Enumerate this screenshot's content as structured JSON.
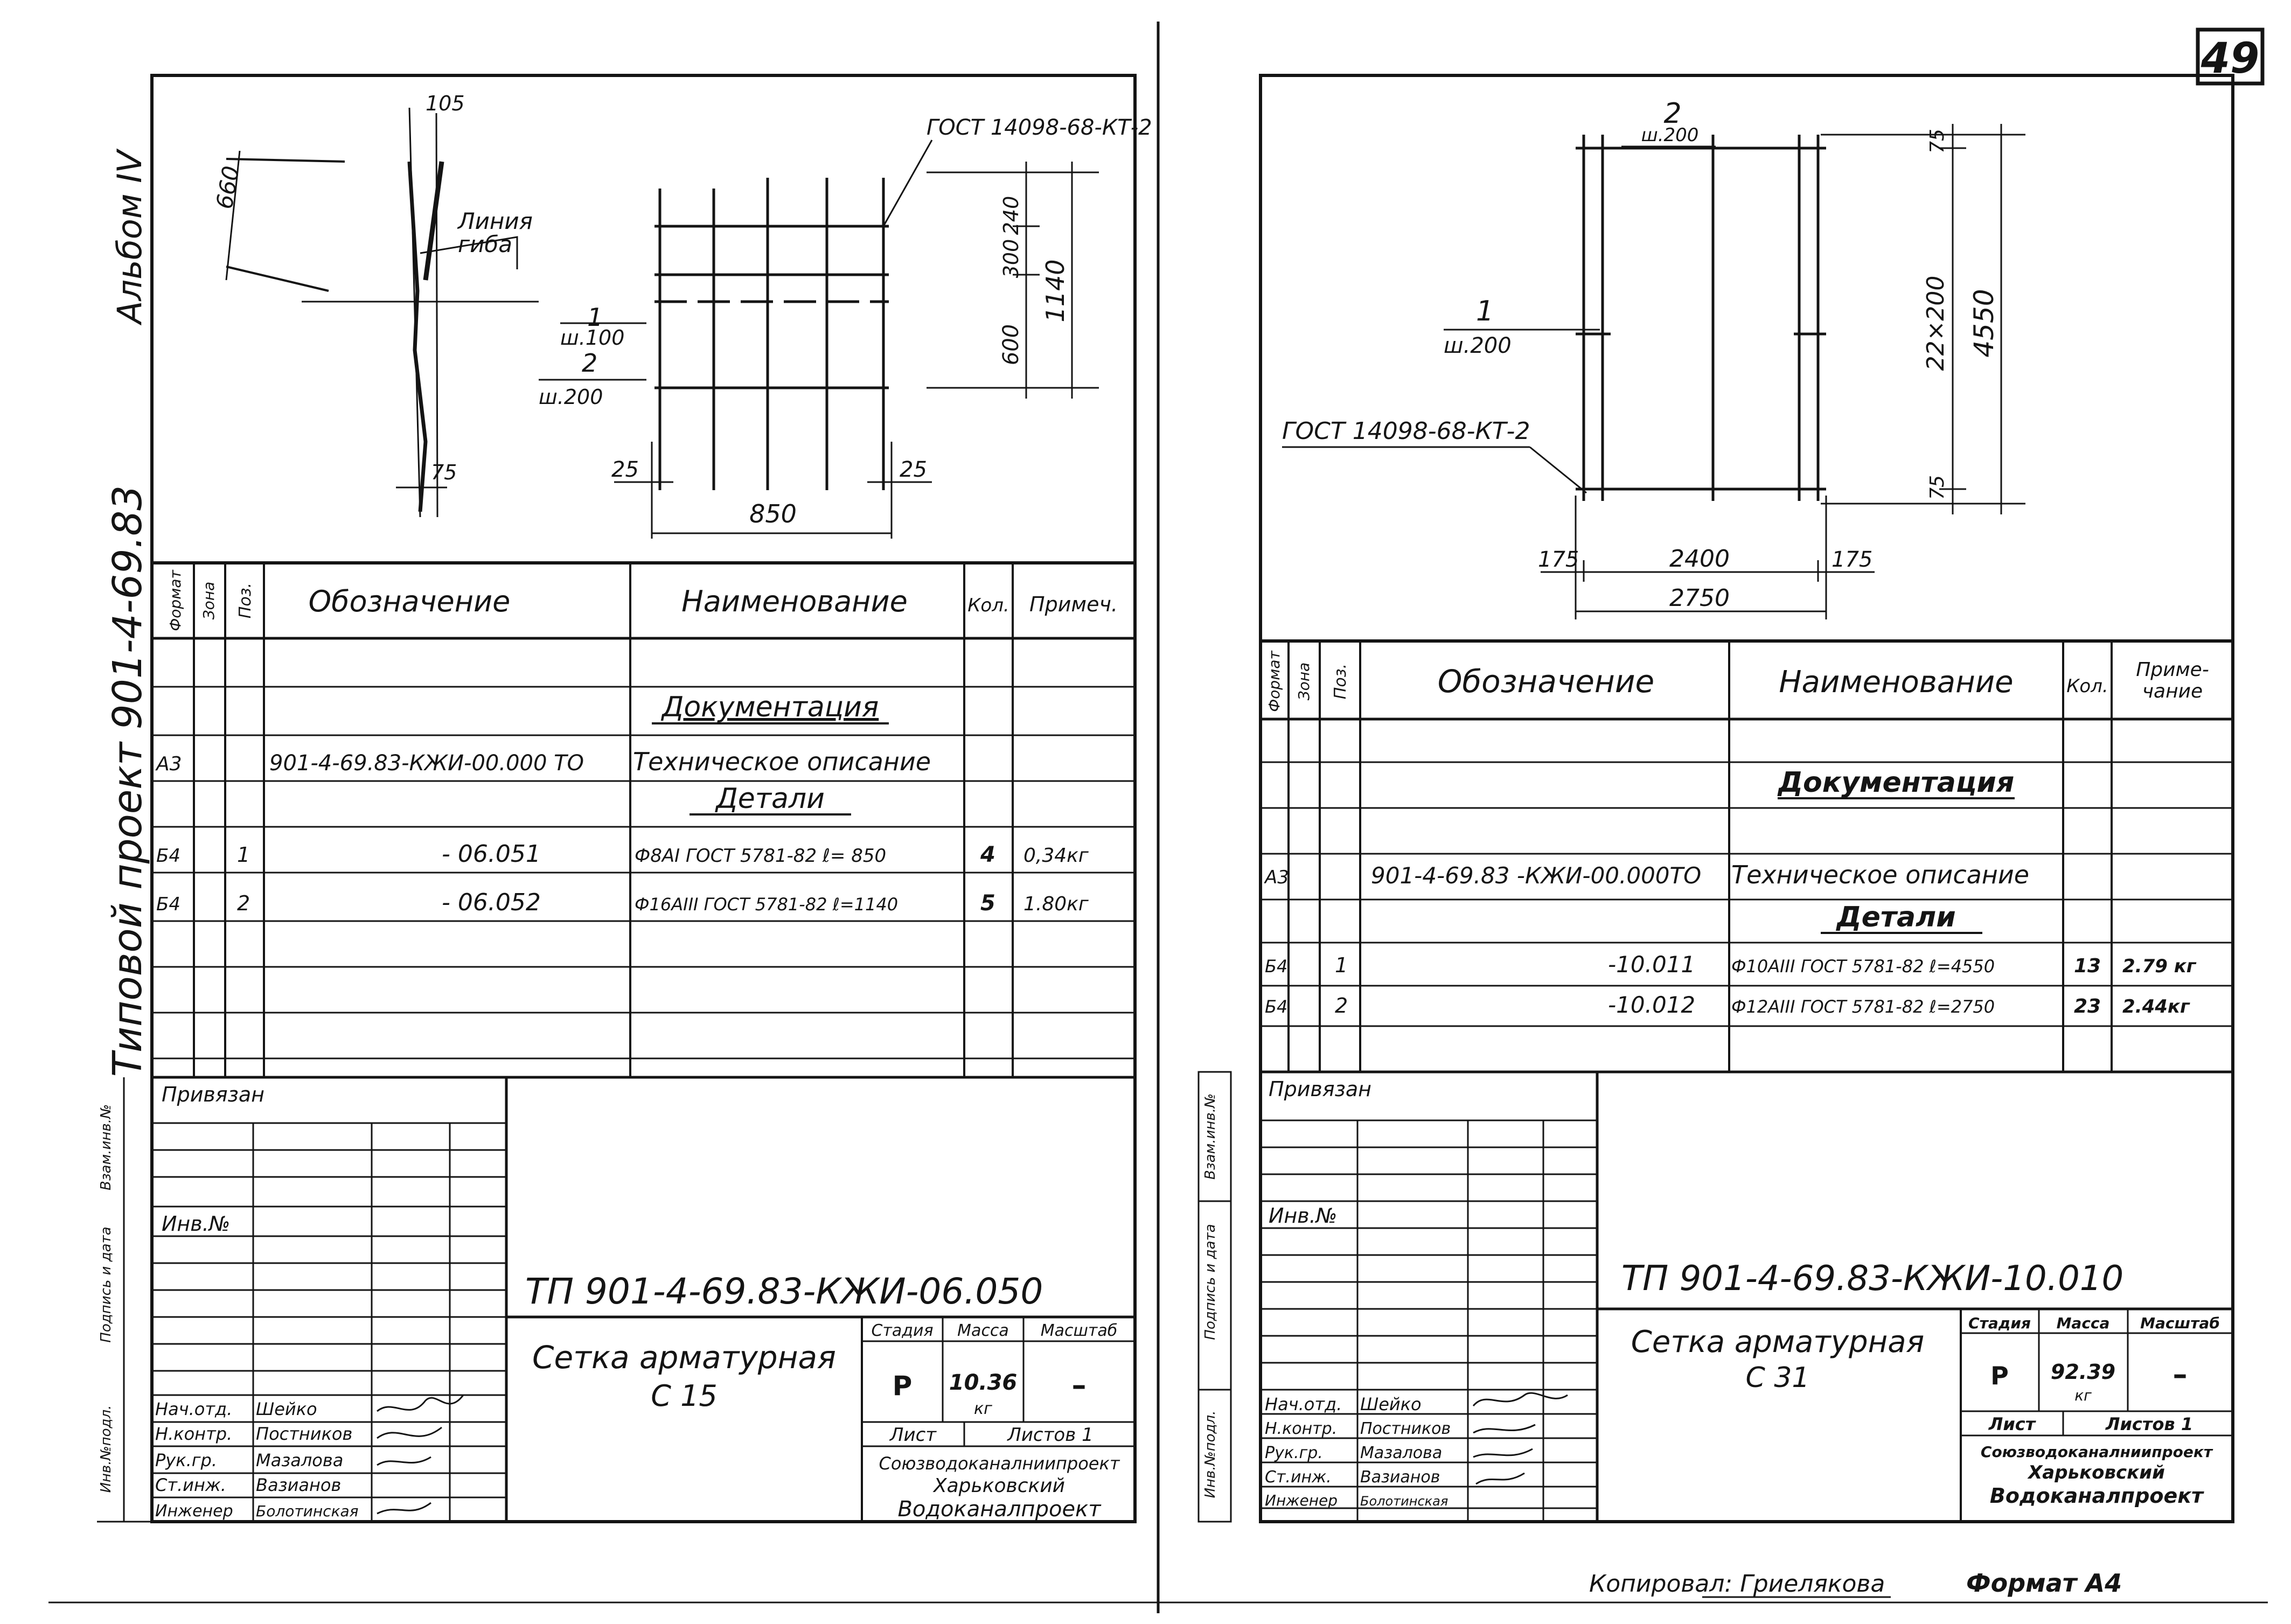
{
  "page_number": "49",
  "footer": {
    "copied": "Копировал: Гриелякова",
    "format": "Формат А4"
  },
  "table_headers": {
    "format": "Формат",
    "zone": "Зона",
    "pos": "Поз.",
    "designation": "Обозначение",
    "name": "Наименование",
    "qty": "Кол.",
    "note_left": "Примеч.",
    "note_right_1": "Приме-",
    "note_right_2": "чание"
  },
  "stamp_labels": {
    "privyazan": "Привязан",
    "inv_no": "Инв.№",
    "stage": "Стадия",
    "mass": "Масса",
    "scale": "Масштаб",
    "sheet": "Лист",
    "sheets": "Листов 1",
    "org_1": "Союзводоканалниипроект",
    "org_2": "Харьковский",
    "org_3": "Водоканалпроект",
    "side_vzam": "Взам.инв.№",
    "side_sign": "Подпись и дата",
    "side_inv": "Инв.№подл."
  },
  "staff": [
    {
      "role": "Нач.отд.",
      "name": "Шейко"
    },
    {
      "role": "Н.контр.",
      "name": "Постников"
    },
    {
      "role": "Рук.гр.",
      "name": "Мазалова"
    },
    {
      "role": "Ст.инж.",
      "name": "Вазианов"
    },
    {
      "role": "Инженер",
      "name": "Болотинская"
    }
  ],
  "left": {
    "album": "Альбом IV",
    "project": "Типовой проект 901-4-69.83",
    "drawing": {
      "gost": "ГОСТ 14098-68-КТ-2",
      "bend_line_1": "Линия",
      "bend_line_2": "гиба",
      "dim_105": "105",
      "dim_660": "660",
      "dim_75": "75",
      "pos1": "1",
      "pos1_step": "ш.100",
      "pos2": "2",
      "pos2_step": "ш.200",
      "dim_25a": "25",
      "dim_25b": "25",
      "dim_850": "850",
      "dim_240": "240",
      "dim_300": "300",
      "dim_600": "600",
      "dim_1140": "1140"
    },
    "section_doc": "Документация",
    "section_details": "Детали",
    "rows": [
      {
        "format": "А3",
        "zone": "",
        "pos": "",
        "designation": "901-4-69.83-КЖИ-00.000 ТО",
        "name": "Техническое описание",
        "qty": "",
        "note": ""
      },
      {
        "format": "Б4",
        "zone": "",
        "pos": "1",
        "designation": "- 06.051",
        "name": "Ф8АI ГОСТ 5781-82  ℓ= 850",
        "qty": "4",
        "note": "0,34кг"
      },
      {
        "format": "Б4",
        "zone": "",
        "pos": "2",
        "designation": "- 06.052",
        "name": "Ф16АIII ГОСТ 5781-82 ℓ=1140",
        "qty": "5",
        "note": "1.80кг"
      }
    ],
    "code": "ТП 901-4-69.83-КЖИ-06.050",
    "title_1": "Сетка арматурная",
    "title_2": "С 15",
    "stage": "Р",
    "mass_1": "10.36",
    "mass_2": "кг",
    "scale": "–"
  },
  "right": {
    "drawing": {
      "pos2": "2",
      "pos2_step": "ш.200",
      "pos1": "1",
      "pos1_step": "ш.200",
      "gost": "ГОСТ 14098-68-КТ-2",
      "dim_75a": "75",
      "dim_22x200": "22×200",
      "dim_4550": "4550",
      "dim_75b": "75",
      "dim_175a": "175",
      "dim_2400": "2400",
      "dim_175b": "175",
      "dim_2750": "2750"
    },
    "section_doc": "Документация",
    "section_details": "Детали",
    "rows": [
      {
        "format": "А3",
        "zone": "",
        "pos": "",
        "designation": "901-4-69.83 -КЖИ-00.000ТО",
        "name": "Техническое описание",
        "qty": "",
        "note": ""
      },
      {
        "format": "Б4",
        "zone": "",
        "pos": "1",
        "designation": "-10.011",
        "name": "Ф10АIII ГОСТ 5781-82 ℓ=4550",
        "qty": "13",
        "note": "2.79 кг"
      },
      {
        "format": "Б4",
        "zone": "",
        "pos": "2",
        "designation": "-10.012",
        "name": "Ф12АIII ГОСТ 5781-82 ℓ=2750",
        "qty": "23",
        "note": "2.44кг"
      }
    ],
    "code": "ТП 901-4-69.83-КЖИ-10.010",
    "title_1": "Сетка арматурная",
    "title_2": "С 31",
    "stage": "Р",
    "mass_1": "92.39",
    "mass_2": "кг",
    "scale": "–"
  }
}
